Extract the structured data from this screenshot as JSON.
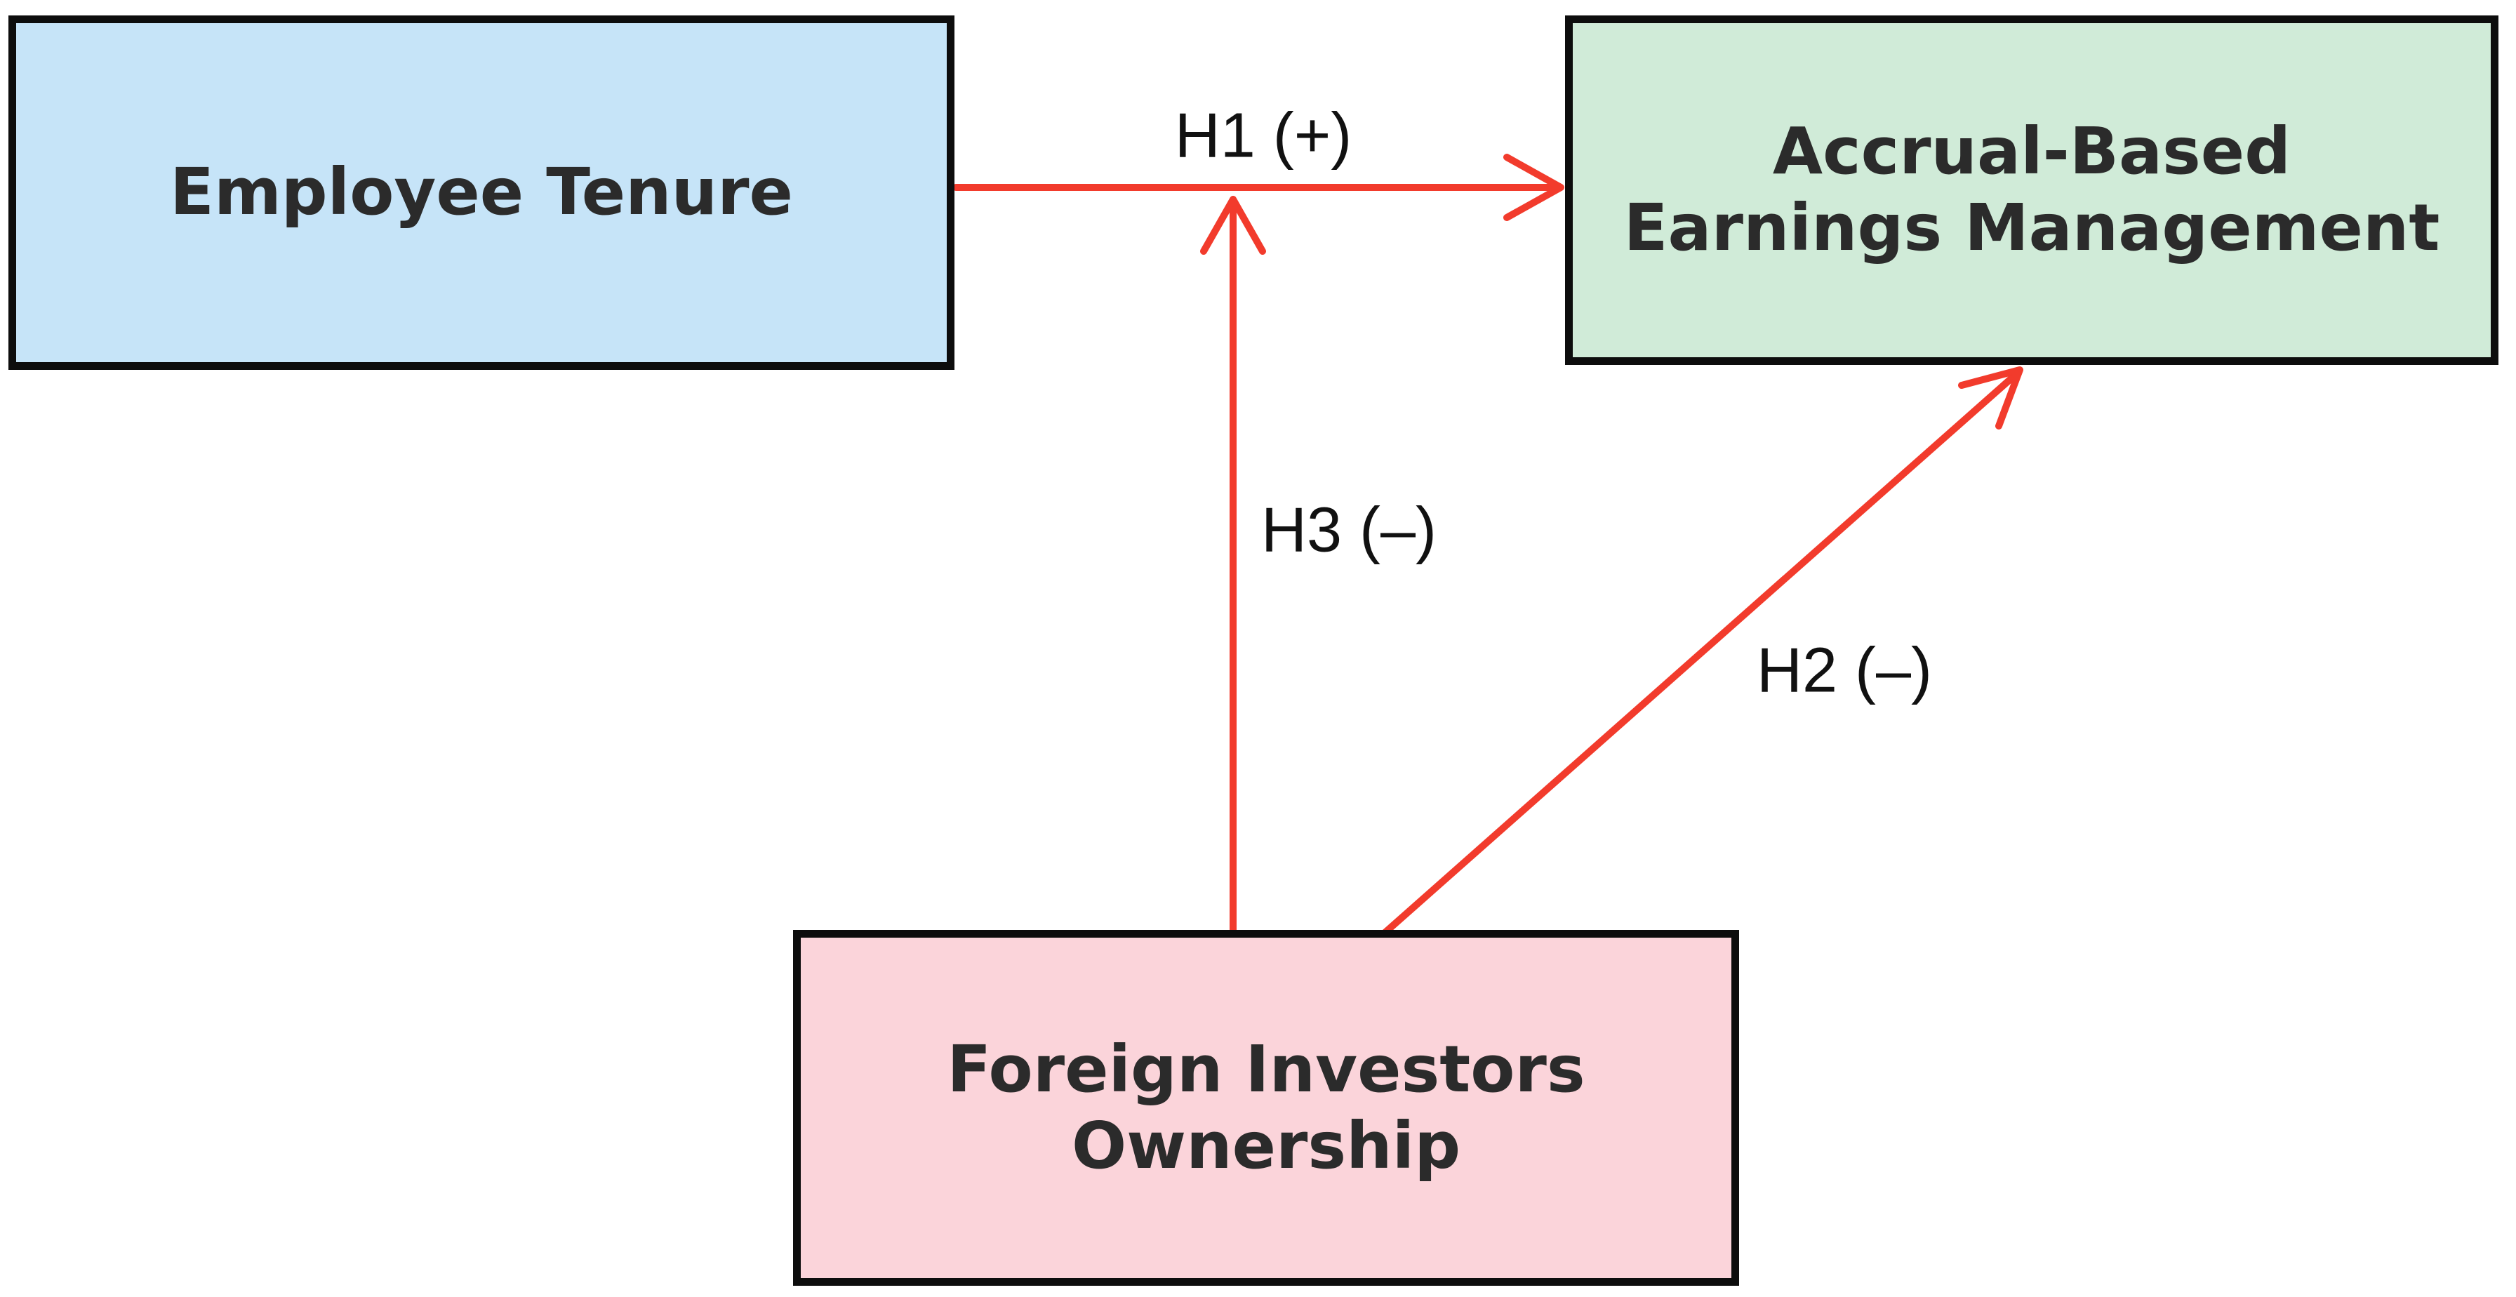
{
  "diagram": {
    "type": "conceptual-model",
    "background": "#ffffff",
    "nodes": [
      {
        "id": "employee_tenure",
        "label": "Employee Tenure",
        "fill": "#c6e4f8",
        "border": "#0d0d0d"
      },
      {
        "id": "accrual_based_earnings_management",
        "label": "Accrual-Based\nEarnings Management",
        "fill": "#d0ebd8",
        "border": "#0d0d0d"
      },
      {
        "id": "foreign_investors_ownership",
        "label": "Foreign Investors\nOwnership",
        "fill": "#fbd4da",
        "border": "#0d0d0d"
      }
    ],
    "edges": [
      {
        "id": "h1",
        "label": "H1 (+)",
        "from": "employee_tenure",
        "to": "accrual_based_earnings_management",
        "style": "straight-horizontal"
      },
      {
        "id": "h2",
        "label": "H2 (–)",
        "from": "foreign_investors_ownership",
        "to": "accrual_based_earnings_management",
        "style": "straight-diagonal"
      },
      {
        "id": "h3",
        "label": "H3 (–)",
        "from": "foreign_investors_ownership",
        "to": "h1",
        "style": "straight-vertical-moderation"
      }
    ],
    "colors": {
      "arrow": "#f23b2c",
      "border": "#0d0d0d",
      "node_text": "#2b2b2b",
      "edge_label_text": "#111111",
      "node_blue": "#c6e4f8",
      "node_green": "#d0ebd8",
      "node_pink": "#fbd4da"
    }
  }
}
